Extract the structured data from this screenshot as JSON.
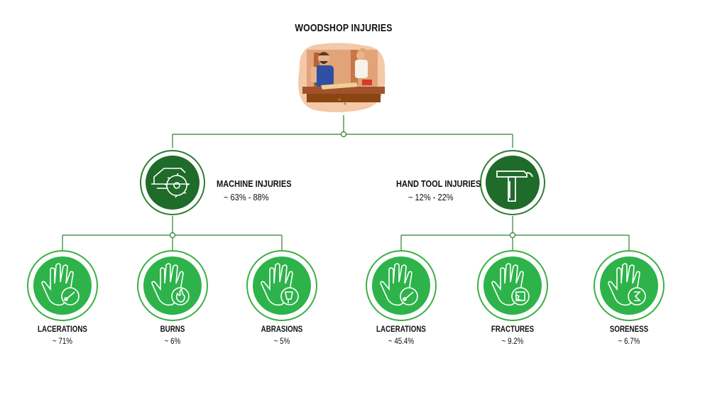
{
  "title": "WOODSHOP INJURIES",
  "colors": {
    "line": "#2e7d32",
    "mid_fill": "#1e6b2a",
    "leaf_fill": "#2db34a",
    "leaf_ring": "#3cb043"
  },
  "categories": [
    {
      "label": "MACHINE INJURIES",
      "range": "~ 63% - 88%",
      "icon": "circular-saw-icon",
      "children": [
        {
          "label": "LACERATIONS",
          "value": "~ 71%",
          "icon": "hand-laceration-icon"
        },
        {
          "label": "BURNS",
          "value": "~ 6%",
          "icon": "hand-burn-icon"
        },
        {
          "label": "ABRASIONS",
          "value": "~ 5%",
          "icon": "hand-abrasion-icon"
        }
      ]
    },
    {
      "label": "HAND TOOL INJURIES",
      "range": "~ 12% - 22%",
      "icon": "hammer-icon",
      "children": [
        {
          "label": "LACERATIONS",
          "value": "~ 45.4%",
          "icon": "hand-laceration-icon"
        },
        {
          "label": "FRACTURES",
          "value": "~ 9.2%",
          "icon": "hand-fracture-icon"
        },
        {
          "label": "SORENESS",
          "value": "~ 6.7%",
          "icon": "hand-soreness-icon"
        }
      ]
    }
  ]
}
